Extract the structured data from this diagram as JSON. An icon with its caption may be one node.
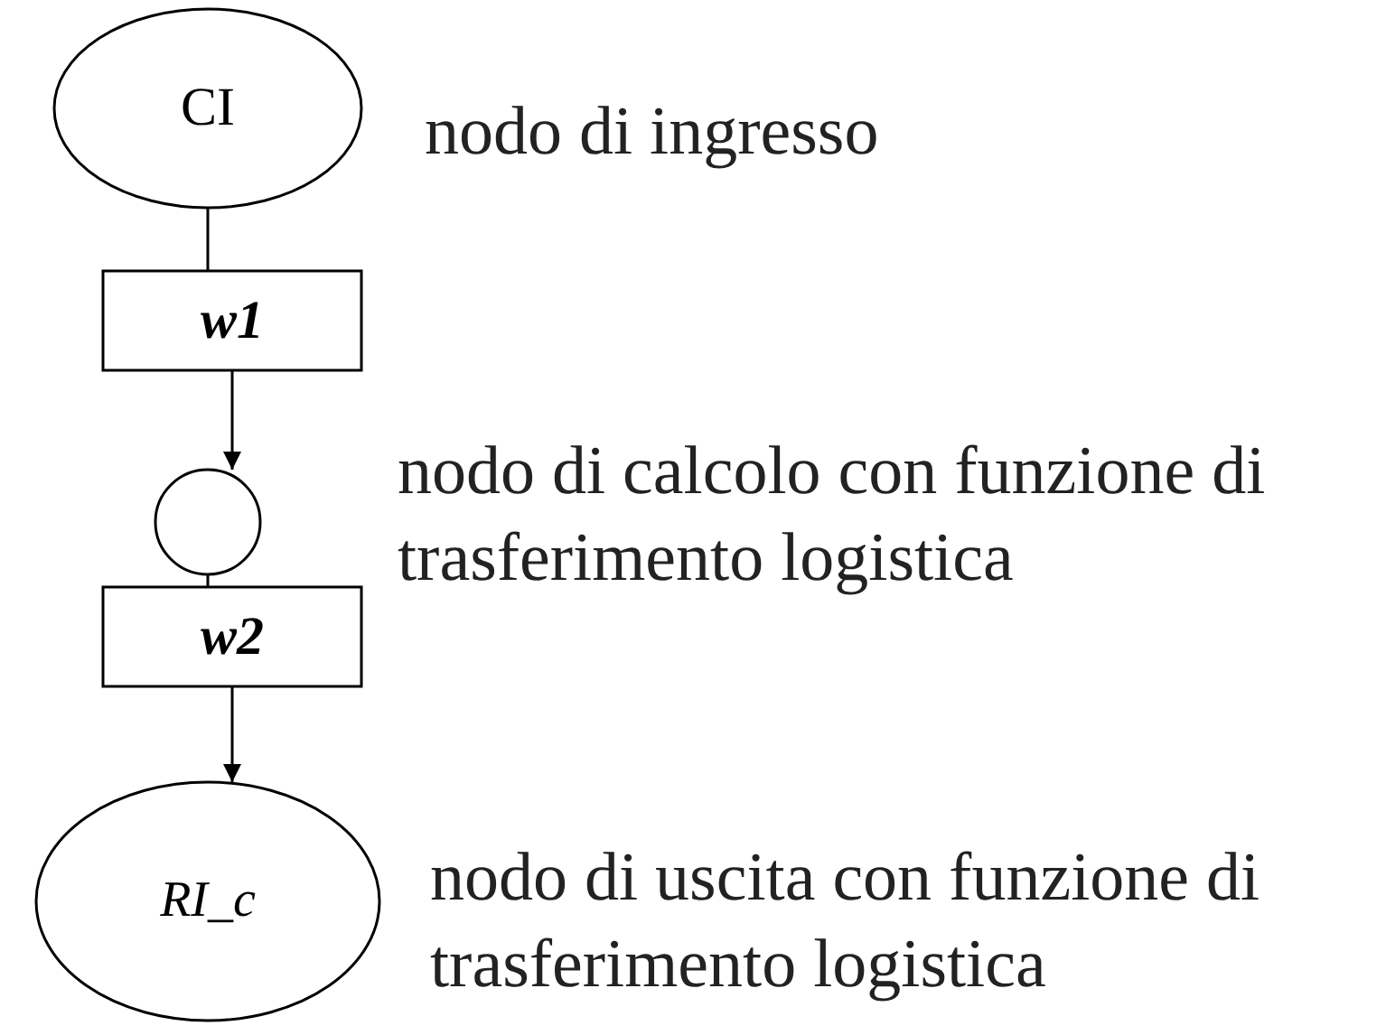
{
  "diagram": {
    "nodes": [
      {
        "text": [
          "CI"
        ],
        "beside": [
          "nodo di ingresso"
        ]
      },
      {
        "text": [
          "w1"
        ]
      },
      {
        "text": [],
        "shape": "circle"
      },
      {
        "text": [
          "w2"
        ]
      },
      {
        "text": [
          "RI_c"
        ],
        "beside": [
          "nodo di uscita con funzione di trasferimento logistica"
        ]
      }
    ],
    "edges": [
      {
        "from": 0,
        "to": 1,
        "arrow": "none"
      },
      {
        "from": 1,
        "to": 2,
        "arrow": "to"
      },
      {
        "from": 2,
        "to": 3,
        "arrow": "none"
      },
      {
        "from": 3,
        "to": 4,
        "arrow": "to"
      }
    ],
    "labels": [
      "nodo di calcolo con funzione di trasferimento logistica"
    ]
  }
}
